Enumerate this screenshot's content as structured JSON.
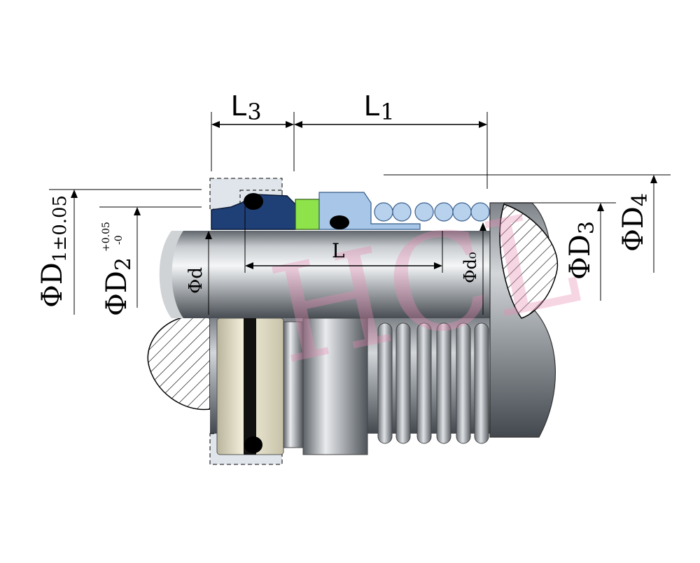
{
  "colors": {
    "shaft_light": "#f2f4f5",
    "shaft_mid": "#a9adb1",
    "shaft_dark": "#4e5358",
    "seat_navy": "#1f3f77",
    "green_ring": "#8fe34a",
    "blue_ring": "#a8c7e8",
    "gland": "#dfe5ea",
    "cream": "#ece7cf",
    "hatch": "#000000",
    "watermark": "#e98bb4"
  },
  "labels": {
    "l3": {
      "main": "L",
      "sub": "3"
    },
    "l1": {
      "main": "L",
      "sub": "1"
    },
    "l": "L",
    "phi_d": "Φd",
    "phi_d0": "Φd₀",
    "phi_d1": {
      "main": "ΦD",
      "sub": "1±0.05"
    },
    "phi_d2": {
      "main": "ΦD",
      "sub": "2",
      "tol_plus": "+0.05",
      "tol_minus": "-0"
    },
    "phi_d3": {
      "main": "ΦD",
      "sub": "3"
    },
    "phi_d4": {
      "main": "ΦD",
      "sub": "4"
    }
  },
  "watermark": {
    "text": "HCL"
  }
}
